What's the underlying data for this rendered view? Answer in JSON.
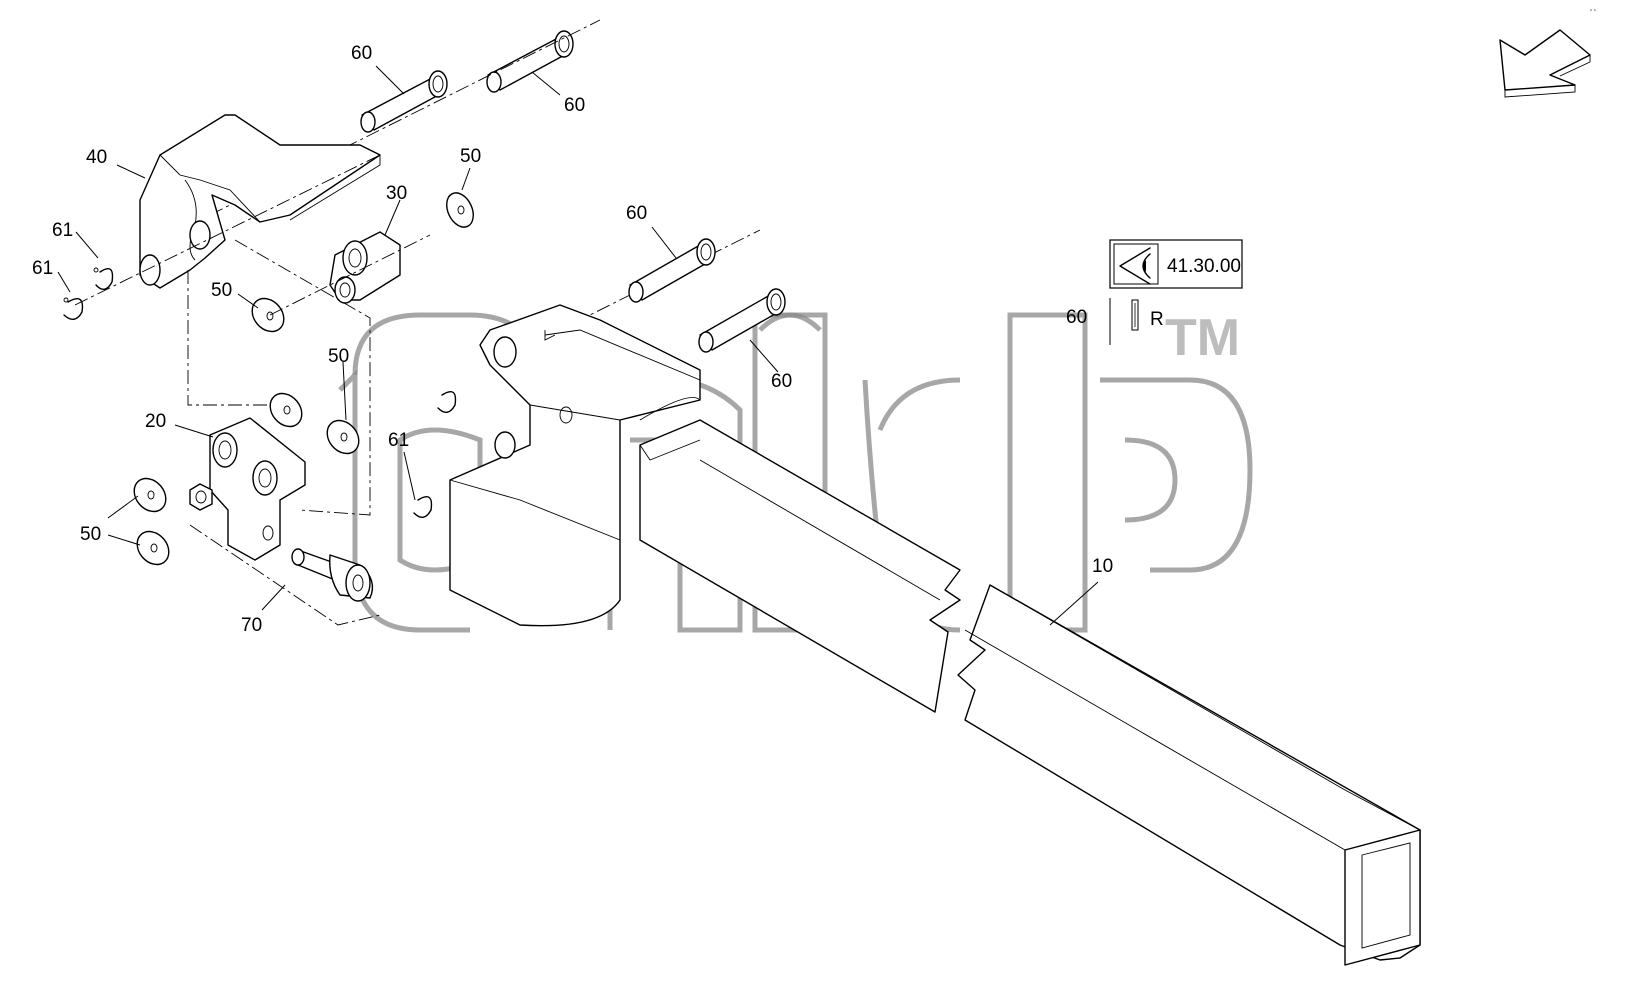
{
  "labels": {
    "pin_60_a": "60",
    "pin_60_b": "60",
    "pin_60_c": "60",
    "pin_60_d": "60",
    "pin_60_legend": "60",
    "bracket_40": "40",
    "bracket_30": "30",
    "bracket_20": "20",
    "washer_50_a": "50",
    "washer_50_b": "50",
    "washer_50_c": "50",
    "washer_50_d": "50",
    "clip_61_a": "61",
    "clip_61_b": "61",
    "clip_61_c": "61",
    "bolt_70": "70",
    "beam_10": "10"
  },
  "reference": {
    "code": "41.30.00"
  },
  "legend": {
    "symbol_letter": "R"
  },
  "watermark": {
    "mark": "TM"
  },
  "icons": [
    "direction-arrow-icon",
    "view-eye-icon",
    "roll-pin-icon"
  ],
  "colors": {
    "line": "#000000",
    "watermark": "#8a8a8a",
    "background": "#ffffff"
  }
}
